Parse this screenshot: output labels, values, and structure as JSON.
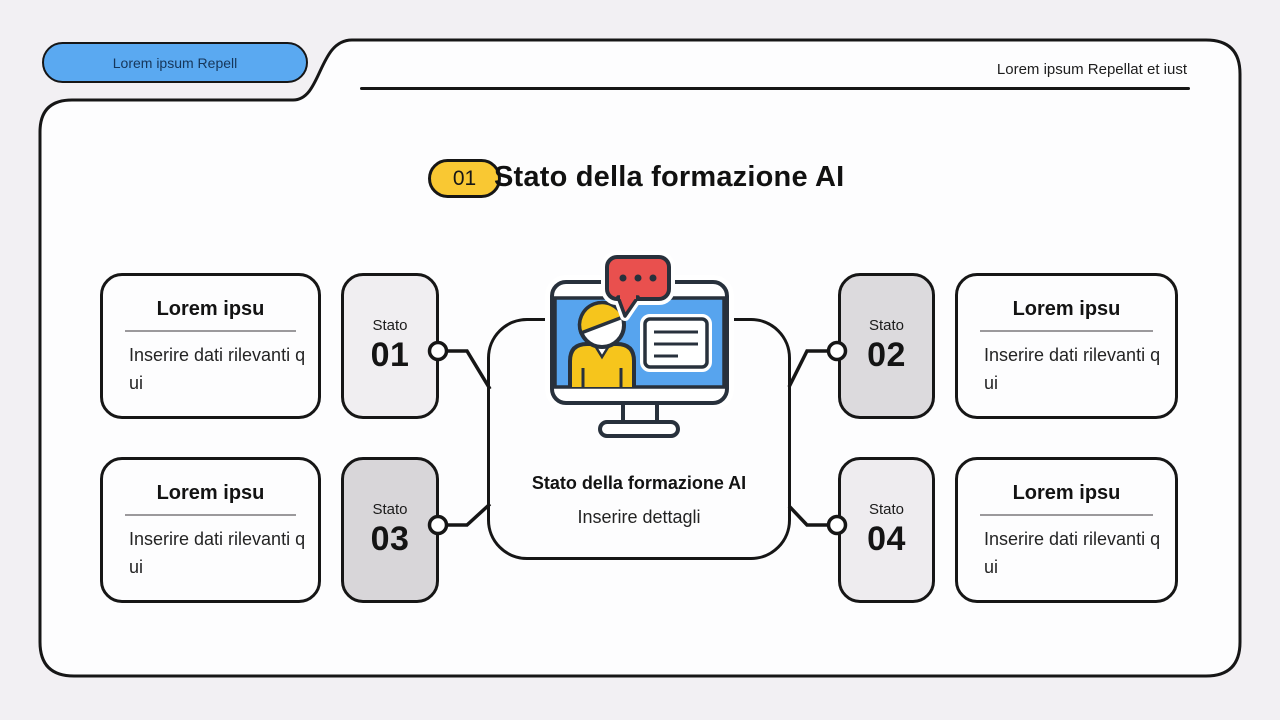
{
  "colors": {
    "background": "#f2f0f3",
    "ink": "#161616",
    "panel_bg": "#fdfdfe",
    "pill_blue": "#5aa9f1",
    "pill_text": "#16365a",
    "badge_yellow": "#f9c833",
    "screen_blue": "#57a4ee",
    "bubble_red": "#e9504e",
    "person_yellow": "#f6c51c",
    "divider_gray": "#9b999c"
  },
  "header": {
    "pill_label": "Lorem ipsum Repell",
    "right_label": "Lorem ipsum Repellat et iust"
  },
  "title": {
    "badge": "01",
    "text": "Stato della formazione AI"
  },
  "center_card": {
    "title": "Stato della formazione AI",
    "subtitle": "Inserire dettagli",
    "illustration": "person-on-monitor-with-speech-bubble"
  },
  "stato_cards": [
    {
      "label": "Stato",
      "number": "01",
      "fill": "#f0eef1"
    },
    {
      "label": "Stato",
      "number": "02",
      "fill": "#dcdadd"
    },
    {
      "label": "Stato",
      "number": "03",
      "fill": "#d8d6d9"
    },
    {
      "label": "Stato",
      "number": "04",
      "fill": "#eeecef"
    }
  ],
  "info_cards": [
    {
      "title": "Lorem ipsu",
      "body_lines": [
        "Inserire dati rilevanti q",
        "ui"
      ]
    },
    {
      "title": "Lorem ipsu",
      "body_lines": [
        "Inserire dati rilevanti q",
        "ui"
      ]
    },
    {
      "title": "Lorem ipsu",
      "body_lines": [
        "Inserire dati rilevanti q",
        "ui"
      ]
    },
    {
      "title": "Lorem ipsu",
      "body_lines": [
        "Inserire dati rilevanti q",
        "ui"
      ]
    }
  ]
}
